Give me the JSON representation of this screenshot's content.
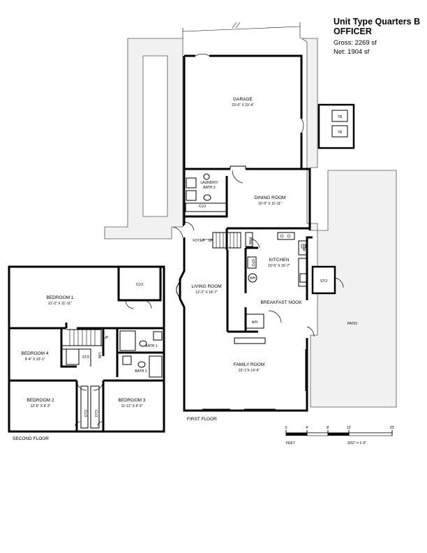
{
  "header": {
    "title_line1": "Unit Type Quarters B",
    "title_line2": "OFFICER",
    "gross": "Gross: 2269 sf",
    "net": "Net: 1904 sf"
  },
  "first_floor": {
    "caption": "FIRST FLOOR",
    "garage": {
      "name": "GARAGE",
      "dims": "23'-0\" X 23'-4\""
    },
    "tr_top": "TR",
    "tr_bottom": "TR",
    "laundry": "LAUNDRY/",
    "bath3": "BATH 3",
    "clo": "CLO",
    "dining": {
      "name": "DINING ROOM",
      "dims": "16'-9\" X 11'-11\""
    },
    "foyer": "FOYER",
    "up": "UP",
    "pan": "PAN",
    "kitchen": {
      "name": "KITCHEN",
      "dims": "10'-5\" X 16'-7\""
    },
    "sto_kitchen": "STO",
    "wh": "WH",
    "dw": "DW",
    "living": {
      "name": "LIVING ROOM",
      "dims": "12'-2\" X 18'-7\""
    },
    "breakfast": "BREAKFAST NOOK",
    "ah": "A/H",
    "sto_outside": "STO",
    "patio": "PATIO",
    "family": {
      "name": "FAMILY ROOM",
      "dims": "23'-1\"X 14'-9\""
    }
  },
  "second_floor": {
    "caption": "SECOND FLOOR",
    "bedroom1": {
      "name": "BEDROOM 1",
      "dims": "21'-2\" X 11'-11\""
    },
    "clo1": "CLO",
    "bedroom4": {
      "name": "BEDROOM 4",
      "dims": "9'-4\" X 10'-1\""
    },
    "sto": "STO",
    "lin": "LIN",
    "up": "UP",
    "bath1": "BATH 1",
    "bath2": "BATH 2",
    "bedroom2": {
      "name": "BEDROOM 2",
      "dims": "12'-6\" X 9'-3\""
    },
    "bedroom3": {
      "name": "BEDROOM 3",
      "dims": "11'-11\" X 9'-3\""
    },
    "clo2": "CLO",
    "clo3": "CLO"
  },
  "scale": {
    "t0": "0",
    "t4": "4'",
    "t8": "8'",
    "t12": "12'",
    "t20": "20'",
    "feet": "FEET",
    "ratio": "3/32\" = 1'-0\""
  }
}
